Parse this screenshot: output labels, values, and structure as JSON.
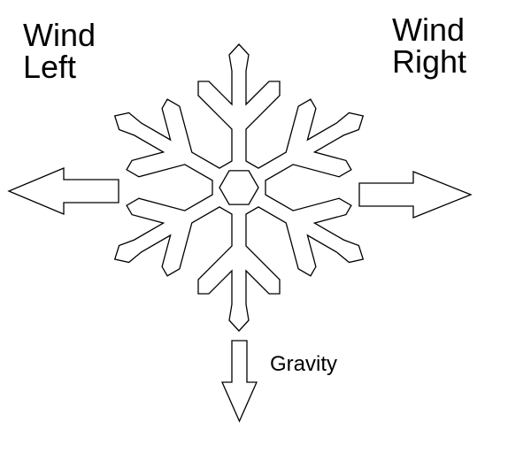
{
  "labels": {
    "wind_left": {
      "line1": "Wind",
      "line2": "Left"
    },
    "wind_right": {
      "line1": "Wind",
      "line2": "Right"
    },
    "gravity": "Gravity"
  },
  "icons": {
    "snowflake": "snowflake-icon",
    "wind_left_arrow": "arrow-left-icon",
    "wind_right_arrow": "arrow-right-icon",
    "gravity_arrow": "arrow-down-icon"
  },
  "colors": {
    "stroke": "#000000",
    "fill": "#ffffff",
    "text": "#000000"
  }
}
